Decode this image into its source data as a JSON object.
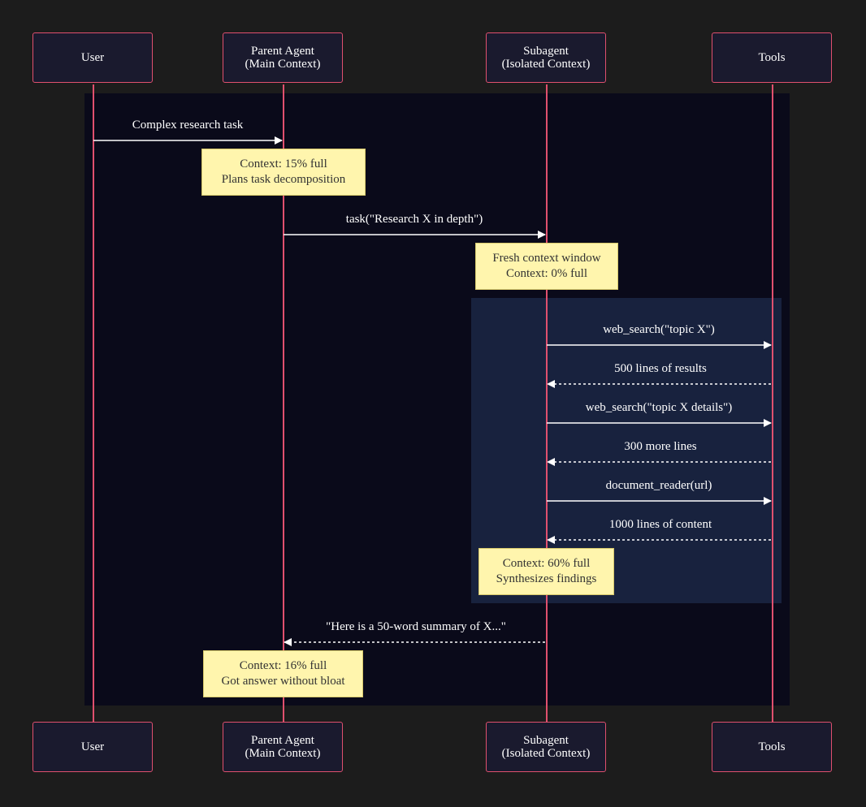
{
  "actors": [
    {
      "line1": "User",
      "line2": ""
    },
    {
      "line1": "Parent Agent",
      "line2": "(Main Context)"
    },
    {
      "line1": "Subagent",
      "line2": "(Isolated Context)"
    },
    {
      "line1": "Tools",
      "line2": ""
    }
  ],
  "messages": [
    {
      "label": "Complex research task",
      "style": "solid"
    },
    {
      "label": "task(\"Research X in depth\")",
      "style": "solid"
    },
    {
      "label": "web_search(\"topic X\")",
      "style": "solid"
    },
    {
      "label": "500 lines of results",
      "style": "dashed"
    },
    {
      "label": "web_search(\"topic X details\")",
      "style": "solid"
    },
    {
      "label": "300 more lines",
      "style": "dashed"
    },
    {
      "label": "document_reader(url)",
      "style": "solid"
    },
    {
      "label": "1000 lines of content",
      "style": "dashed"
    },
    {
      "label": "\"Here is a 50-word summary of X...\"",
      "style": "dashed"
    }
  ],
  "notes": [
    {
      "line1": "Context: 15% full",
      "line2": "Plans task decomposition"
    },
    {
      "line1": "Fresh context window",
      "line2": "Context: 0% full"
    },
    {
      "line1": "Context: 60% full",
      "line2": "Synthesizes findings"
    },
    {
      "line1": "Context: 16% full",
      "line2": "Got answer without bloat"
    }
  ],
  "colors": {
    "background": "#1c1c1c",
    "lifeline": "#e0506e",
    "note_fill": "#fff5ad",
    "outer_box": "#0a0a1a",
    "inner_box": "#18223e",
    "arrow": "#ffffff"
  }
}
